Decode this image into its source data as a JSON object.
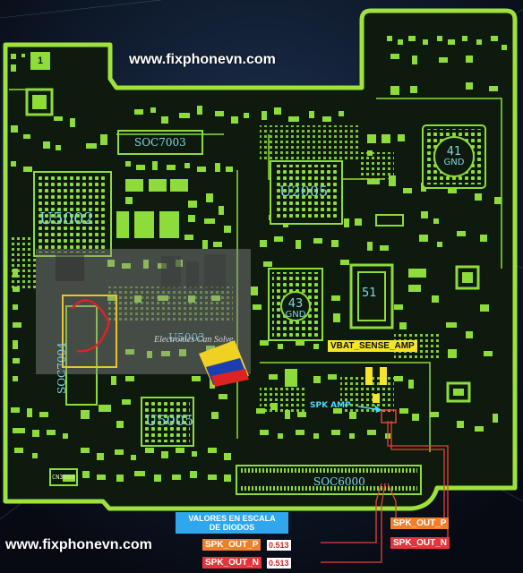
{
  "watermark": {
    "top": "www.fixphonevn.com",
    "bottom": "www.fixphonevn.com"
  },
  "marker_number": "1",
  "chips": {
    "soc7003": "SOC7003",
    "u5002": "U5002",
    "u2005": "U2005",
    "soc7004": "SOC7004",
    "u5005": "U5005",
    "soc6000": "SOC6000",
    "u5003_partial": "U5003",
    "cn3000": "CN3000"
  },
  "gnd_marks": {
    "pad41": {
      "number": "41",
      "label": "GND"
    },
    "pad43": {
      "number": "43",
      "label": "GND"
    },
    "pad51": {
      "number": "51"
    }
  },
  "signals": {
    "vbat_sense_amp": "VBAT_SENSE_AMP",
    "spk_amp": "SPK AMP",
    "spk_out_p_right": "SPK_OUT_P",
    "spk_out_n_right": "SPK_OUT_N",
    "spk_out_p_left": "SPK_OUT_P",
    "spk_out_n_left": "SPK_OUT_N"
  },
  "values": {
    "spk_out_p": "0.513",
    "spk_out_n": "0.513"
  },
  "legend": {
    "line1": "VALORES EN ESCALA",
    "line2": "DE DIODOS"
  },
  "overlay_logo": {
    "text": "Electronics Can Solve",
    "partial": "Sol"
  },
  "colors": {
    "background": "#0a0f1c",
    "outline": "#9ee23c",
    "pcb": "#0d1a0d",
    "component": "#8ddc3a",
    "chip_label": "#7fd6e6",
    "trace": "#e8423a",
    "tag_orange": "#f07f2c",
    "tag_red": "#e7333a",
    "tag_yellow": "#f5e52a",
    "legend_blue": "#2fa7ec"
  }
}
